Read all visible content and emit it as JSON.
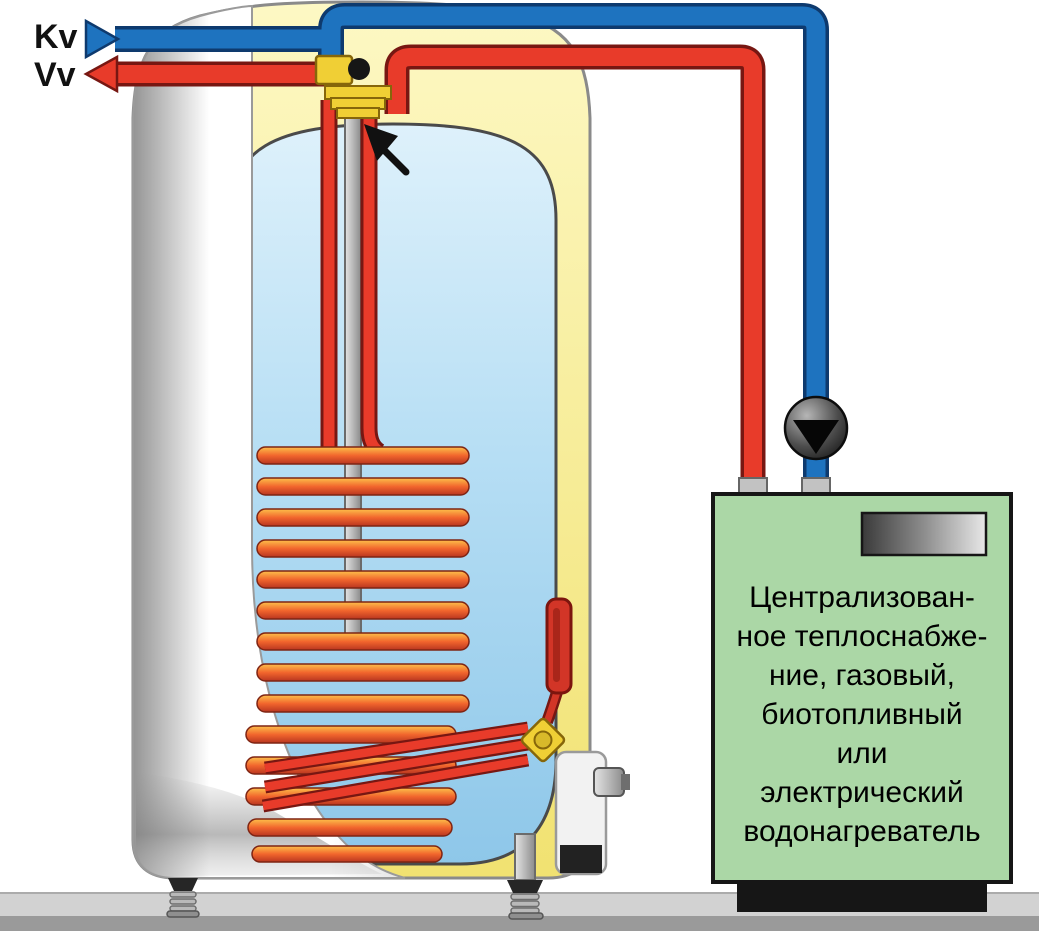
{
  "labels": {
    "cold_inlet": "Kv",
    "hot_outlet": "Vv"
  },
  "external_heater": {
    "description_lines": [
      "Централизован-",
      "ное теплоснабже-",
      "ние, газовый,",
      "биотопливный",
      "или",
      "электрический",
      "водонагреватель"
    ]
  },
  "icons": {
    "pump": "circulation-pump",
    "cold_inlet_arrow": "arrow-right",
    "hot_outlet_arrow": "arrow-left",
    "internal_flow_arrow": "arrow-up-left"
  },
  "colors": {
    "cold_pipe": "#1e73bf",
    "cold_pipe_outline": "#0e3a6e",
    "hot_pipe": "#e83b2a",
    "hot_pipe_outline": "#771712",
    "heater_box": "#abd7a6",
    "insulation": "#f5e97e",
    "tank_water": "#a9d6f0",
    "coil": "#f2662d",
    "brass_fitting": "#f0cf35"
  }
}
